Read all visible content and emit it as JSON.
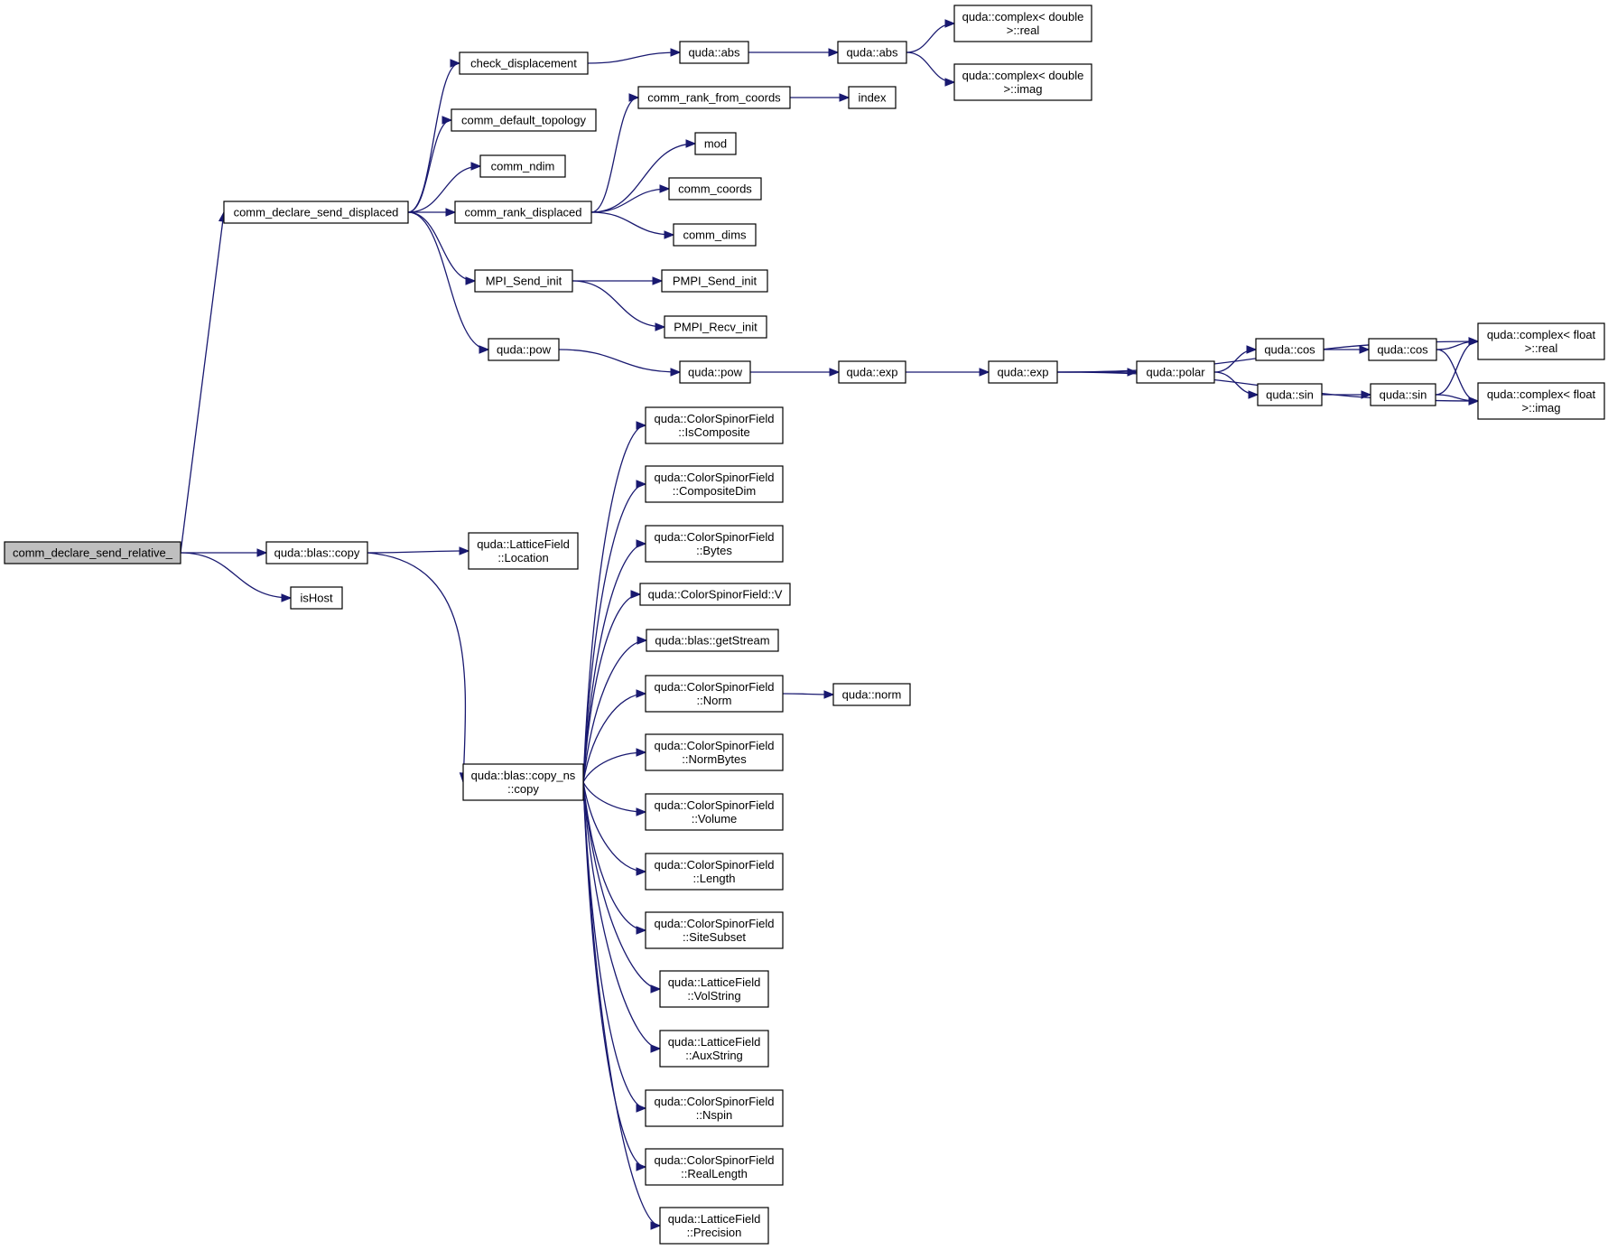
{
  "diagram": {
    "title": "",
    "nodes": [
      {
        "id": "root",
        "lines": [
          "comm_declare_send_relative_"
        ],
        "highlight": true
      },
      {
        "id": "cdsd",
        "lines": [
          "comm_declare_send_displaced"
        ]
      },
      {
        "id": "check",
        "lines": [
          "check_displacement"
        ]
      },
      {
        "id": "abs1",
        "lines": [
          "quda::abs"
        ]
      },
      {
        "id": "abs2",
        "lines": [
          "quda::abs"
        ]
      },
      {
        "id": "cdreal",
        "lines": [
          "quda::complex< double",
          ">::real"
        ]
      },
      {
        "id": "cdimag",
        "lines": [
          "quda::complex< double",
          ">::imag"
        ]
      },
      {
        "id": "cdt",
        "lines": [
          "comm_default_topology"
        ]
      },
      {
        "id": "ndim",
        "lines": [
          "comm_ndim"
        ]
      },
      {
        "id": "crd",
        "lines": [
          "comm_rank_displaced"
        ]
      },
      {
        "id": "crfc",
        "lines": [
          "comm_rank_from_coords"
        ]
      },
      {
        "id": "index",
        "lines": [
          "index"
        ]
      },
      {
        "id": "mod",
        "lines": [
          "mod"
        ]
      },
      {
        "id": "coords",
        "lines": [
          "comm_coords"
        ]
      },
      {
        "id": "dims",
        "lines": [
          "comm_dims"
        ]
      },
      {
        "id": "mpisend",
        "lines": [
          "MPI_Send_init"
        ]
      },
      {
        "id": "pmpisend",
        "lines": [
          "PMPI_Send_init"
        ]
      },
      {
        "id": "pmpirecv",
        "lines": [
          "PMPI_Recv_init"
        ]
      },
      {
        "id": "pow1",
        "lines": [
          "quda::pow"
        ]
      },
      {
        "id": "pow2",
        "lines": [
          "quda::pow"
        ]
      },
      {
        "id": "exp1",
        "lines": [
          "quda::exp"
        ]
      },
      {
        "id": "exp2",
        "lines": [
          "quda::exp"
        ]
      },
      {
        "id": "polar",
        "lines": [
          "quda::polar"
        ]
      },
      {
        "id": "cos1",
        "lines": [
          "quda::cos"
        ]
      },
      {
        "id": "cos2",
        "lines": [
          "quda::cos"
        ]
      },
      {
        "id": "sin1",
        "lines": [
          "quda::sin"
        ]
      },
      {
        "id": "sin2",
        "lines": [
          "quda::sin"
        ]
      },
      {
        "id": "cfreal",
        "lines": [
          "quda::complex< float",
          ">::real"
        ]
      },
      {
        "id": "cfimag",
        "lines": [
          "quda::complex< float",
          ">::imag"
        ]
      },
      {
        "id": "blascopy",
        "lines": [
          "quda::blas::copy"
        ]
      },
      {
        "id": "location",
        "lines": [
          "quda::LatticeField",
          "::Location"
        ]
      },
      {
        "id": "ishost",
        "lines": [
          "isHost"
        ]
      },
      {
        "id": "copyns",
        "lines": [
          "quda::blas::copy_ns",
          "::copy"
        ]
      },
      {
        "id": "iscomp",
        "lines": [
          "quda::ColorSpinorField",
          "::IsComposite"
        ]
      },
      {
        "id": "compdim",
        "lines": [
          "quda::ColorSpinorField",
          "::CompositeDim"
        ]
      },
      {
        "id": "bytes",
        "lines": [
          "quda::ColorSpinorField",
          "::Bytes"
        ]
      },
      {
        "id": "v",
        "lines": [
          "quda::ColorSpinorField::V"
        ]
      },
      {
        "id": "getstream",
        "lines": [
          "quda::blas::getStream"
        ]
      },
      {
        "id": "norm",
        "lines": [
          "quda::ColorSpinorField",
          "::Norm"
        ]
      },
      {
        "id": "qnorm",
        "lines": [
          "quda::norm"
        ]
      },
      {
        "id": "normbytes",
        "lines": [
          "quda::ColorSpinorField",
          "::NormBytes"
        ]
      },
      {
        "id": "volume",
        "lines": [
          "quda::ColorSpinorField",
          "::Volume"
        ]
      },
      {
        "id": "length",
        "lines": [
          "quda::ColorSpinorField",
          "::Length"
        ]
      },
      {
        "id": "sitesubset",
        "lines": [
          "quda::ColorSpinorField",
          "::SiteSubset"
        ]
      },
      {
        "id": "volstring",
        "lines": [
          "quda::LatticeField",
          "::VolString"
        ]
      },
      {
        "id": "auxstring",
        "lines": [
          "quda::LatticeField",
          "::AuxString"
        ]
      },
      {
        "id": "nspin",
        "lines": [
          "quda::ColorSpinorField",
          "::Nspin"
        ]
      },
      {
        "id": "reallength",
        "lines": [
          "quda::ColorSpinorField",
          "::RealLength"
        ]
      },
      {
        "id": "precision",
        "lines": [
          "quda::LatticeField",
          "::Precision"
        ]
      }
    ],
    "edges": [
      [
        "root",
        "cdsd"
      ],
      [
        "root",
        "blascopy"
      ],
      [
        "root",
        "ishost"
      ],
      [
        "cdsd",
        "check"
      ],
      [
        "cdsd",
        "cdt"
      ],
      [
        "cdsd",
        "ndim"
      ],
      [
        "cdsd",
        "crd"
      ],
      [
        "cdsd",
        "mpisend"
      ],
      [
        "cdsd",
        "pow1"
      ],
      [
        "check",
        "abs1"
      ],
      [
        "abs1",
        "abs2"
      ],
      [
        "abs2",
        "cdreal"
      ],
      [
        "abs2",
        "cdimag"
      ],
      [
        "crd",
        "crfc"
      ],
      [
        "crd",
        "mod"
      ],
      [
        "crd",
        "coords"
      ],
      [
        "crd",
        "dims"
      ],
      [
        "crfc",
        "index"
      ],
      [
        "mpisend",
        "pmpisend"
      ],
      [
        "mpisend",
        "pmpirecv"
      ],
      [
        "pow1",
        "pow2"
      ],
      [
        "pow2",
        "exp1"
      ],
      [
        "exp1",
        "exp2"
      ],
      [
        "exp2",
        "polar"
      ],
      [
        "exp2",
        "cfreal"
      ],
      [
        "exp2",
        "cfimag"
      ],
      [
        "polar",
        "cos1"
      ],
      [
        "polar",
        "sin1"
      ],
      [
        "cos1",
        "cos2"
      ],
      [
        "sin1",
        "sin2"
      ],
      [
        "cos2",
        "cfreal"
      ],
      [
        "cos2",
        "cfimag"
      ],
      [
        "sin2",
        "cfreal"
      ],
      [
        "sin2",
        "cfimag"
      ],
      [
        "blascopy",
        "location"
      ],
      [
        "blascopy",
        "copyns"
      ],
      [
        "copyns",
        "iscomp"
      ],
      [
        "copyns",
        "compdim"
      ],
      [
        "copyns",
        "bytes"
      ],
      [
        "copyns",
        "v"
      ],
      [
        "copyns",
        "getstream"
      ],
      [
        "copyns",
        "norm"
      ],
      [
        "copyns",
        "normbytes"
      ],
      [
        "copyns",
        "volume"
      ],
      [
        "copyns",
        "length"
      ],
      [
        "copyns",
        "sitesubset"
      ],
      [
        "copyns",
        "volstring"
      ],
      [
        "copyns",
        "auxstring"
      ],
      [
        "copyns",
        "nspin"
      ],
      [
        "copyns",
        "reallength"
      ],
      [
        "copyns",
        "precision"
      ],
      [
        "norm",
        "qnorm"
      ]
    ]
  }
}
